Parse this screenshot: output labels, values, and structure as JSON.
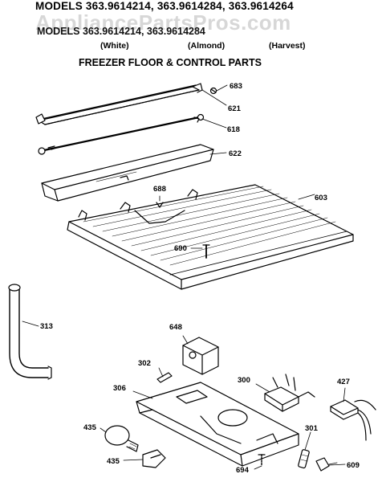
{
  "header": {
    "models_line": "MODELS 363.9614214, 363.9614284, 363.9614264",
    "watermark": "AppliancePartsPros.com",
    "ghost_line": "MODELS 363.9614214, 363.9614284",
    "colors": [
      "(White)",
      "(Almond)",
      "(Harvest)"
    ],
    "section_title": "FREEZER FLOOR & CONTROL PARTS"
  },
  "parts": [
    {
      "id": "p683",
      "label": "683"
    },
    {
      "id": "p621",
      "label": "621"
    },
    {
      "id": "p618",
      "label": "618"
    },
    {
      "id": "p622",
      "label": "622"
    },
    {
      "id": "p688",
      "label": "688"
    },
    {
      "id": "p603",
      "label": "603"
    },
    {
      "id": "p690",
      "label": "690"
    },
    {
      "id": "p313",
      "label": "313"
    },
    {
      "id": "p648",
      "label": "648"
    },
    {
      "id": "p302",
      "label": "302"
    },
    {
      "id": "p306",
      "label": "306"
    },
    {
      "id": "p300",
      "label": "300"
    },
    {
      "id": "p427",
      "label": "427"
    },
    {
      "id": "p301",
      "label": "301"
    },
    {
      "id": "p435a",
      "label": "435"
    },
    {
      "id": "p435b",
      "label": "435"
    },
    {
      "id": "p694",
      "label": "694"
    },
    {
      "id": "p609",
      "label": "609"
    }
  ]
}
